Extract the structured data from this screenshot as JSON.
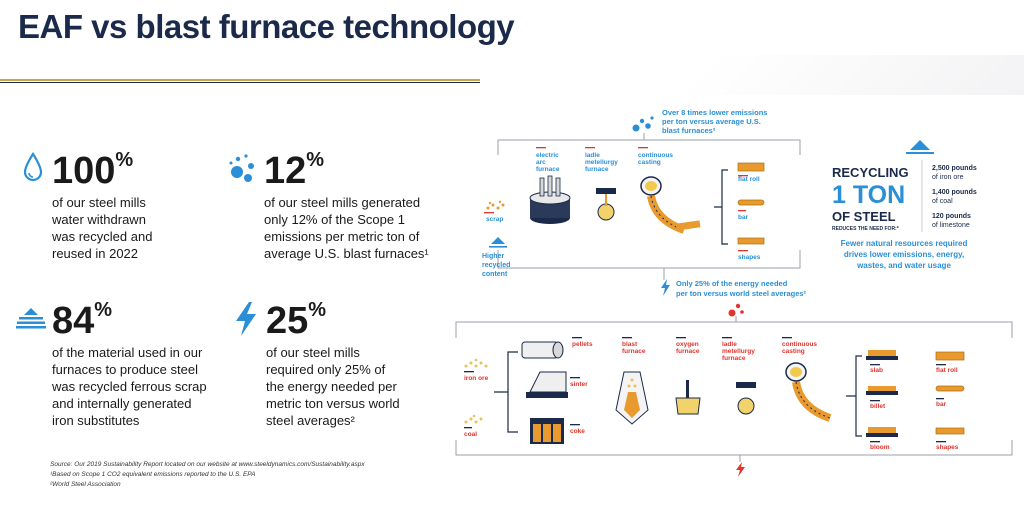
{
  "title": "EAF vs blast furnace technology",
  "stats": [
    {
      "value": "100",
      "unit": "%",
      "icon": "water-drop-icon",
      "text": [
        "of our steel mills",
        "water withdrawn",
        "was recycled and",
        "reused in 2022"
      ]
    },
    {
      "value": "12",
      "unit": "%",
      "icon": "emission-bubbles-icon",
      "text": [
        "of our steel mills generated",
        "only 12% of the Scope 1",
        "emissions per metric ton of",
        "average U.S. blast furnaces¹"
      ]
    },
    {
      "value": "84",
      "unit": "%",
      "icon": "recycle-stack-icon",
      "text": [
        "of the material used in our",
        "furnaces to produce steel",
        "was recycled ferrous scrap",
        "and internally generated",
        "iron substitutes"
      ]
    },
    {
      "value": "25",
      "unit": "%",
      "icon": "lightning-bolt-icon",
      "text": [
        "of our steel mills",
        "required only 25% of",
        "the energy needed per",
        "metric ton versus world",
        "steel averages²"
      ]
    }
  ],
  "sources": [
    "Source: Our 2019 Sustainability Report located on our website at www.steeldynamics.com/Sustainability.aspx",
    "¹Based on Scope 1 CO2 equivalent emissions reported to the U.S. EPA",
    "²World Steel Association"
  ],
  "diagram": {
    "top_callout": [
      "Over 8 times lower emissions",
      "per ton versus average U.S.",
      "blast furnaces²"
    ],
    "eaf_labels": {
      "electric_arc_furnace": [
        "electric",
        "arc",
        "furnace"
      ],
      "ladle_metallurgy": [
        "ladle",
        "metellurgy",
        "furnace"
      ],
      "continuous_casting": [
        "continuous",
        "casting"
      ],
      "scrap": "scrap",
      "higher_recycled": [
        "Higher",
        "recycled",
        "content"
      ],
      "flat_roll": "flat roll",
      "bar": "bar",
      "shapes": "shapes"
    },
    "recycling": {
      "line1": "RECYCLING",
      "line2": "1 TON",
      "line3": "OF STEEL",
      "line4": "REDUCES THE NEED FOR:*",
      "items": [
        {
          "amount": "2,500 pounds",
          "of": "of iron ore"
        },
        {
          "amount": "1,400 pounds",
          "of": "of coal"
        },
        {
          "amount": "120 pounds",
          "of": "of limestone"
        }
      ],
      "footer": [
        "Fewer natural resources required",
        "drives lower emissions, energy,",
        "wastes, and water usage"
      ]
    },
    "energy_callout": [
      "Only 25% of the energy needed",
      "per ton versus world steel averages²"
    ],
    "bf_labels": {
      "pellets": "pellets",
      "blast_furnace": [
        "blast",
        "furnace"
      ],
      "oxygen_furnace": [
        "oxygen",
        "furnace"
      ],
      "ladle_metallurgy": [
        "ladle",
        "metellurgy",
        "furnace"
      ],
      "continuous_casting": [
        "continuous",
        "casting"
      ],
      "iron_ore": "iron ore",
      "sinter": "sinter",
      "coal": "coal",
      "coke": "coke",
      "slab": "slab",
      "billet": "billet",
      "bloom": "bloom",
      "flat_roll": "flat roll",
      "bar": "bar",
      "shapes": "shapes"
    },
    "colors": {
      "blue": "#2a8fd6",
      "red": "#e0342c",
      "orange": "#e89a2e",
      "navy": "#1b2a4a",
      "gold": "#c8a64a"
    }
  }
}
